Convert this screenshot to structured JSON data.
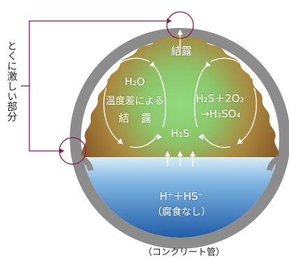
{
  "side_label": "とくに激しい部分",
  "crown_label": "結露",
  "left_loop": {
    "line1": "H₂O",
    "line2": "温度差による",
    "line3": "結　露"
  },
  "right_loop": {
    "line1": "H₂S＋2O₂",
    "line2": "→H₂SO₄"
  },
  "center_label": "H₂S",
  "water": {
    "line1": "H⁺＋HS⁻",
    "line2": "（腐食なし）"
  },
  "caption": "（コンクリート管）",
  "colors": {
    "pipe_wall": "#8a8a8a",
    "corrosion_layer": "#9a6a2e",
    "gas_center": "#7ed27a",
    "water_top": "#c9e3f5",
    "water_bottom": "#1d5fae",
    "marker": "#8b1a55"
  }
}
